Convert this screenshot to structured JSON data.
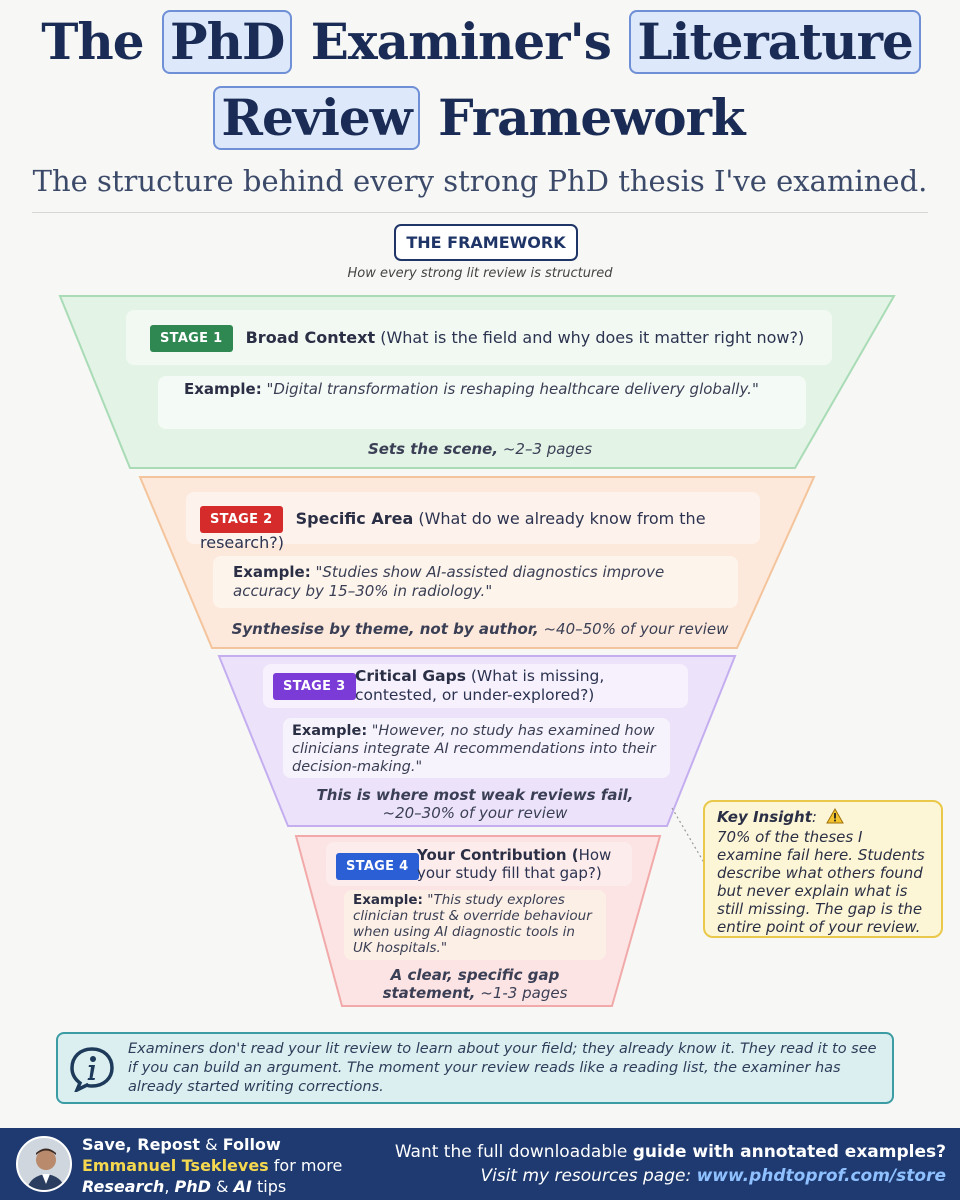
{
  "title": {
    "the": "The",
    "phd": "PhD",
    "examiners": "Examiner's",
    "literature": "Literature",
    "review": "Review",
    "framework": "Framework"
  },
  "subtitle": "The structure behind every strong PhD thesis I've examined.",
  "framework_label": "THE FRAMEWORK",
  "framework_subtitle": "How every strong lit review is structured",
  "stages": [
    {
      "badge": "STAGE 1",
      "badge_color": "#2f8752",
      "name": "Broad Context",
      "question": "(What is the field and why does it matter right now?)",
      "example_label": "Example:",
      "example": "\"Digital transformation is reshaping healthcare delivery globally.\"",
      "note_strong": "Sets the scene,",
      "note_rest": "~2–3 pages"
    },
    {
      "badge": "STAGE 2",
      "badge_color": "#d62b2b",
      "name": "Specific Area",
      "question": "(What do we already know from the research?)",
      "example_label": "Example:",
      "example": "\"Studies show AI-assisted diagnostics improve accuracy by 15–30% in radiology.\"",
      "note_strong": "Synthesise by theme, not by author,",
      "note_rest": "~40–50% of your review"
    },
    {
      "badge": "STAGE 3",
      "badge_color": "#7a3bd6",
      "name": "Critical Gaps",
      "question": "(What is missing, contested, or under-explored?)",
      "example_label": "Example:",
      "example": "\"However, no study has examined how clinicians integrate AI recommendations into their decision-making.\"",
      "note_strong": "This is where most weak reviews fail,",
      "note_rest": "~20–30% of your review"
    },
    {
      "badge": "STAGE 4",
      "badge_color": "#2a5fd6",
      "name": "Your Contribution (",
      "question": "How your study fill that gap?)",
      "example_label": "Example:",
      "example": "\"This study explores clinician trust & override behaviour when using AI diagnostic tools in UK hospitals.\"",
      "note_strong": "A clear, specific gap statement,",
      "note_rest": "~1-3 pages"
    }
  ],
  "insight": {
    "label": "Key Insight",
    "icon": "warning-icon",
    "text": "70% of the theses I examine fail here. Students describe what others found but never explain what is still missing. The gap is the entire point of your review."
  },
  "info_box": {
    "icon": "info-icon",
    "text": "Examiners don't read your lit review to learn about your field; they already know it. They read it to see if you can build an argument. The moment your review reads like a reading list, the examiner has already started writing corrections."
  },
  "footer": {
    "save": "Save",
    "comma_repost": ", Repost",
    "amp": " & ",
    "follow": "Follow",
    "author": "Emmanuel Tsekleves",
    "for_more": " for more",
    "research": "Research",
    "comma": ", ",
    "phd": "PhD",
    "amp2": " & ",
    "ai": "AI",
    "tips": " tips",
    "cta_prefix": "Want the full downloadable ",
    "cta_bold": "guide with annotated examples?",
    "visit": "Visit my resources page: ",
    "url": "www.phdtoprof.com/store"
  },
  "colors": {
    "navy": "#1a2c55",
    "stage1_fill": "#e3f3e6",
    "stage2_fill": "#fde9db",
    "stage3_fill": "#ece3fb",
    "stage4_fill": "#fde4e4",
    "footer_bg": "#1e3a70",
    "accent_yellow": "#f5d84e"
  }
}
